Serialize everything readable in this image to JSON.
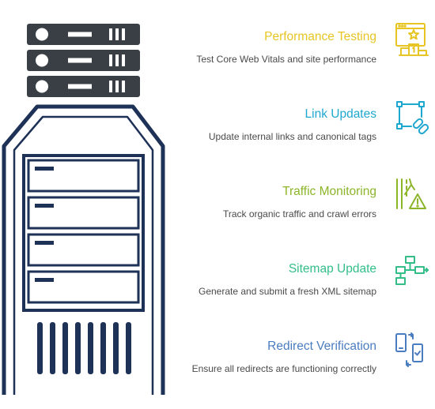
{
  "colors": {
    "server_dark": "#3a3f46",
    "server_outline": "#1e3157",
    "server_fill": "#ffffff",
    "desc_text": "#4a4a4a"
  },
  "steps": [
    {
      "title": "Performance Testing",
      "description": "Test Core Web Vitals and site performance",
      "color": "#e6c524",
      "icon": "performance-ranking-icon"
    },
    {
      "title": "Link Updates",
      "description": "Update internal links and canonical tags",
      "color": "#1ea7cf",
      "icon": "link-frame-icon"
    },
    {
      "title": "Traffic Monitoring",
      "description": "Track organic traffic and crawl errors",
      "color": "#8cb52a",
      "icon": "road-warning-icon"
    },
    {
      "title": "Sitemap Update",
      "description": "Generate and submit a fresh XML sitemap",
      "color": "#33be88",
      "icon": "sitemap-icon"
    },
    {
      "title": "Redirect Verification",
      "description": "Ensure all redirects are functioning correctly",
      "color": "#4a7cc0",
      "icon": "redirect-devices-icon"
    }
  ]
}
